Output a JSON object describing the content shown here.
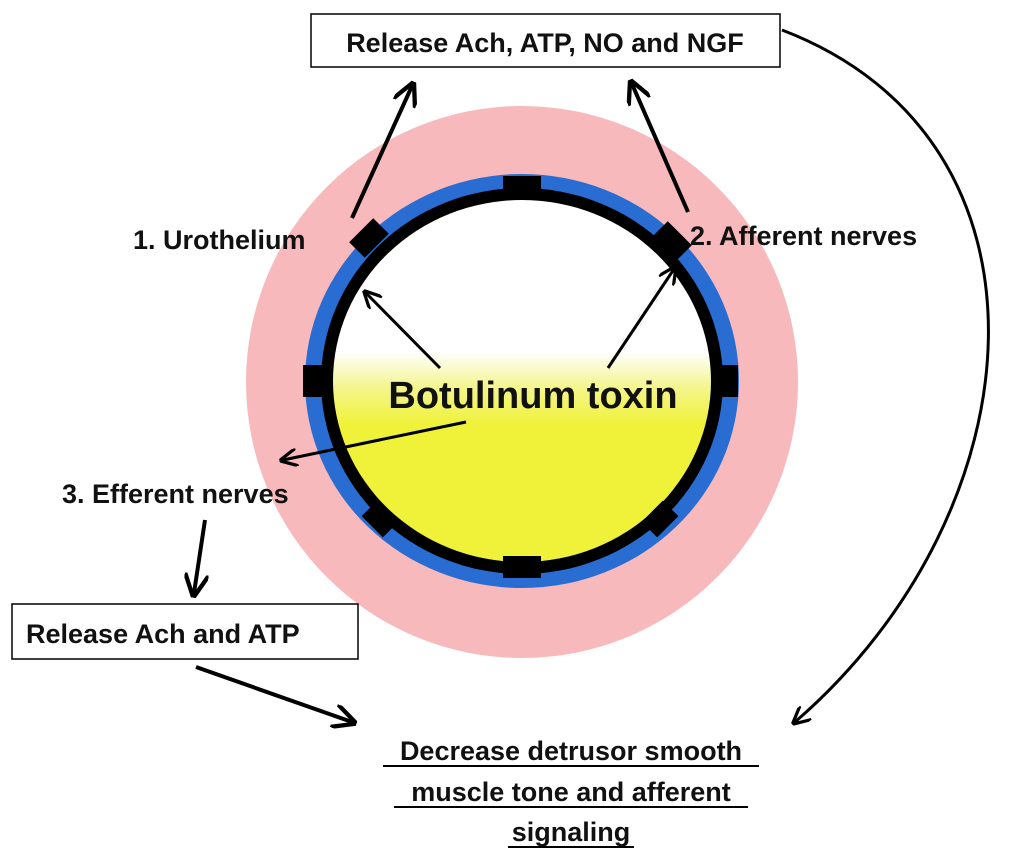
{
  "labels": {
    "top_box": "Release Ach, ATP, NO and NGF",
    "urothelium": "1. Urothelium",
    "afferent": "2. Afferent nerves",
    "efferent": "3. Efferent nerves",
    "center": "Botulinum toxin",
    "bottom_box": "Release Ach and ATP",
    "outcome_line1": "Decrease detrusor smooth",
    "outcome_line2": "muscle tone and afferent",
    "outcome_line3": "signaling"
  },
  "colors": {
    "outer_layer": "#f7b9bb",
    "blue_layer": "#2a6dd2",
    "inner_ring": "#000000",
    "lumen_top": "#ffffff",
    "lumen_fill": "#f0f23a"
  }
}
